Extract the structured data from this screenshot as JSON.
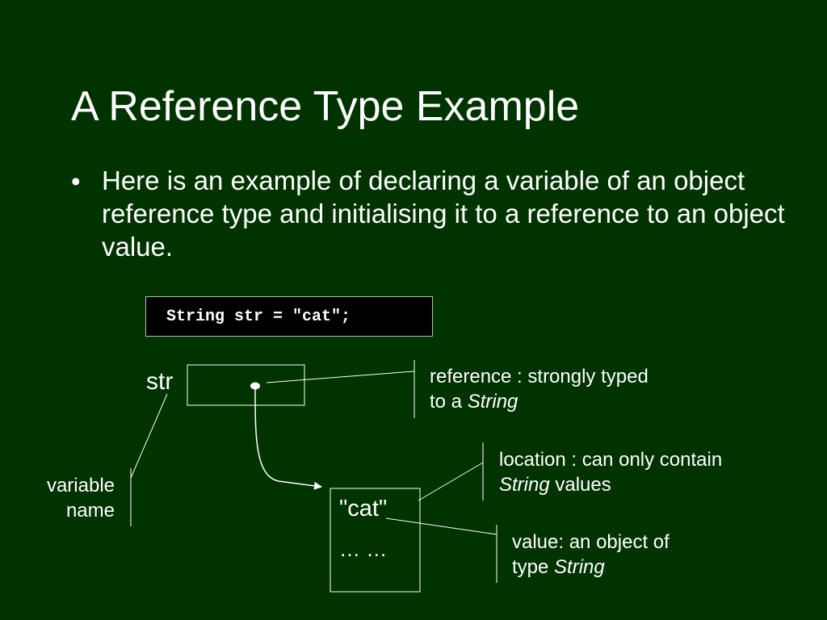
{
  "slide": {
    "title": "A Reference Type Example",
    "bullet_marker": "•",
    "bullet": "Here is an example of declaring a variable of an object reference type and initialising it to a reference to an object value."
  },
  "code": "String str = \"cat\";",
  "diagram": {
    "variable": "str",
    "object_contents": [
      "\"cat\"",
      "… …"
    ],
    "annotations": {
      "reference": {
        "line1": "reference : strongly typed",
        "line2_prefix": "to a ",
        "line2_italic": "String"
      },
      "location": {
        "line1": "location : can only contain",
        "line2_italic": "String",
        "line2_suffix": " values"
      },
      "value": {
        "line1": "value: an object of",
        "line2_prefix": "type ",
        "line2_italic": "String"
      },
      "variable_name": {
        "line1": "variable",
        "line2": "name"
      }
    }
  },
  "colors": {
    "background": "#003300",
    "foreground": "#ffffff",
    "code_background": "#000000"
  }
}
